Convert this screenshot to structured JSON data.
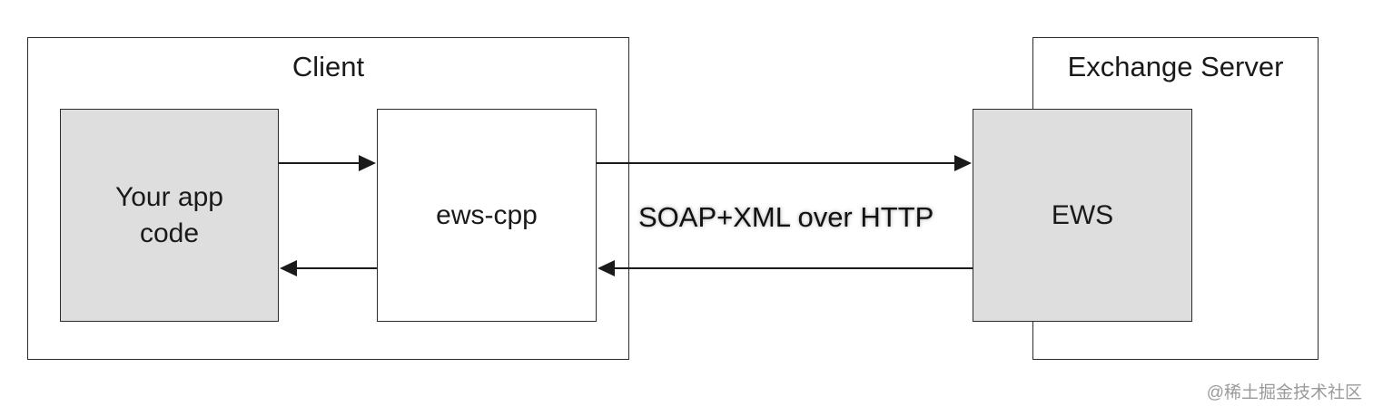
{
  "containers": {
    "client": {
      "title": "Client"
    },
    "server": {
      "title": "Exchange Server"
    }
  },
  "nodes": {
    "app": {
      "label": "Your app\ncode"
    },
    "lib": {
      "label": "ews-cpp"
    },
    "ews": {
      "label": "EWS"
    }
  },
  "edge_label": "SOAP+XML over HTTP",
  "watermark": "@稀土掘金技术社区",
  "colors": {
    "gray_box": "#dedede",
    "border": "#2b2b2b"
  }
}
